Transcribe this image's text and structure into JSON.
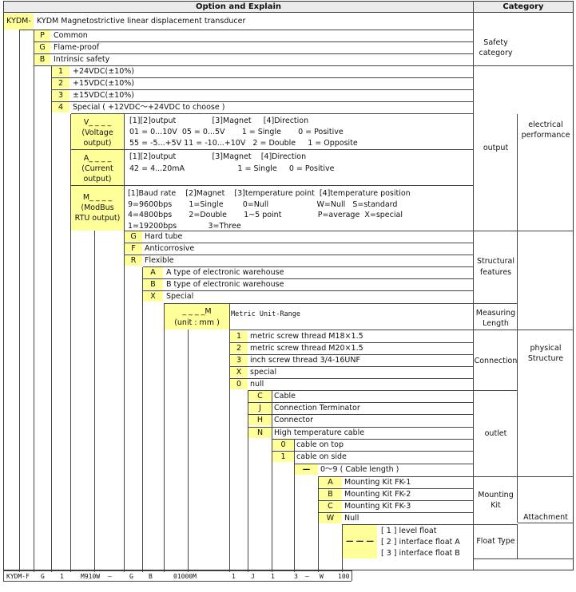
{
  "header": {
    "option": "Option and Explain",
    "category": "Category"
  },
  "model": {
    "code": "KYDM-",
    "title": "KYDM Magnetostrictive linear displacement transducer"
  },
  "safety": [
    {
      "code": "P",
      "label": "Common"
    },
    {
      "code": "G",
      "label": "Flame-proof"
    },
    {
      "code": "B",
      "label": "Intrinsic safety"
    }
  ],
  "power": [
    {
      "code": "1",
      "label": "+24VDC(±10%)"
    },
    {
      "code": "2",
      "label": "+15VDC(±10%)"
    },
    {
      "code": "3",
      "label": "±15VDC(±10%)"
    },
    {
      "code": "4",
      "label": "Special ( +12VDC～+24VDC to choose )"
    }
  ],
  "output": {
    "voltage": {
      "code": "V_ _ _ _",
      "name1": "(Voltage",
      "name2": "output)",
      "line1": "[1][2]output               [3]Magnet     [4]Direction",
      "line2": "01 = 0...10V  05 = 0...5V       1 = Single       0 = Positive",
      "line3": "55 = -5...+5V 11 = -10...+10V   2 = Double     1 = Opposite"
    },
    "current": {
      "code": "A_ _ _ _",
      "name1": "(Current",
      "name2": "output)",
      "line1": "[1][2]output               [3]Magnet    [4]Direction",
      "line2": "42 = 4...20mA                      1 = Single     0 = Positive"
    },
    "modbus": {
      "code": "M_ _ _ _",
      "name1": "(ModBus",
      "name2": "RTU output)",
      "line1": "[1]Baud rate    [2]Magnet    [3]temperature point  [4]temperature position",
      "line2": "9=9600bps       1=Single        0=Null                    W=Null   S=standard",
      "line3": "4=4800bps       2=Double       1~5 point               P=average  X=special",
      "line4": "1=19200bps             3=Three"
    }
  },
  "structure": [
    {
      "code": "G",
      "label": "Hard tube"
    },
    {
      "code": "F",
      "label": "Anticorrosive"
    },
    {
      "code": "R",
      "label": "Flexible"
    }
  ],
  "warehouse": [
    {
      "code": "A",
      "label": "A type of electronic warehouse"
    },
    {
      "code": "B",
      "label": "B type of electronic warehouse"
    },
    {
      "code": "X",
      "label": "Special"
    }
  ],
  "range": {
    "code": "_ _ _ _M",
    "unit": "(unit : mm )",
    "label": "Metric Unit-Range"
  },
  "connection": [
    {
      "code": "1",
      "label": "metric screw thread M18×1.5"
    },
    {
      "code": "2",
      "label": "metric screw thread M20×1.5"
    },
    {
      "code": "3",
      "label": "inch screw thread 3/4-16UNF"
    },
    {
      "code": "X",
      "label": "special"
    },
    {
      "code": "0",
      "label": "null"
    }
  ],
  "outlet": [
    {
      "code": "C",
      "label": "Cable"
    },
    {
      "code": "J",
      "label": "Connection Terminator"
    },
    {
      "code": "H",
      "label": "Connector"
    },
    {
      "code": "N",
      "label": "High temperature cable"
    }
  ],
  "cable_pos": [
    {
      "code": "0",
      "label": "cable on top"
    },
    {
      "code": "1",
      "label": "cable on side"
    }
  ],
  "cable_len": {
    "code": "—",
    "label": "0～9 ( Cable length )"
  },
  "mounting": [
    {
      "code": "A",
      "label": "Mounting Kit FK-1"
    },
    {
      "code": "B",
      "label": "Mounting Kit FK-2"
    },
    {
      "code": "C",
      "label": "Mounting Kit FK-3"
    },
    {
      "code": "W",
      "label": "Null"
    }
  ],
  "float": {
    "code": "— — —",
    "items": [
      "[ 1 ] level float",
      "[ 2 ] interface float A",
      "[ 3 ] interface float B"
    ]
  },
  "categories": {
    "safety": [
      "Safety",
      "category"
    ],
    "output": "output",
    "electrical": [
      "electrical",
      "performance"
    ],
    "structural": [
      "Structural",
      "features"
    ],
    "measuring": [
      "Measuring",
      "Length"
    ],
    "connection": "Connection",
    "physical": [
      "physical",
      "Structure"
    ],
    "outlet": "outlet",
    "mounting": [
      "Mounting",
      "Kit"
    ],
    "attachment": "Attachment",
    "float": "Float Type"
  },
  "example": [
    "KYDM-F",
    "G",
    "1",
    "M910W",
    "—",
    "G",
    "B",
    "01000M",
    "1",
    "J",
    "1",
    "3",
    "—",
    "W",
    "100"
  ]
}
